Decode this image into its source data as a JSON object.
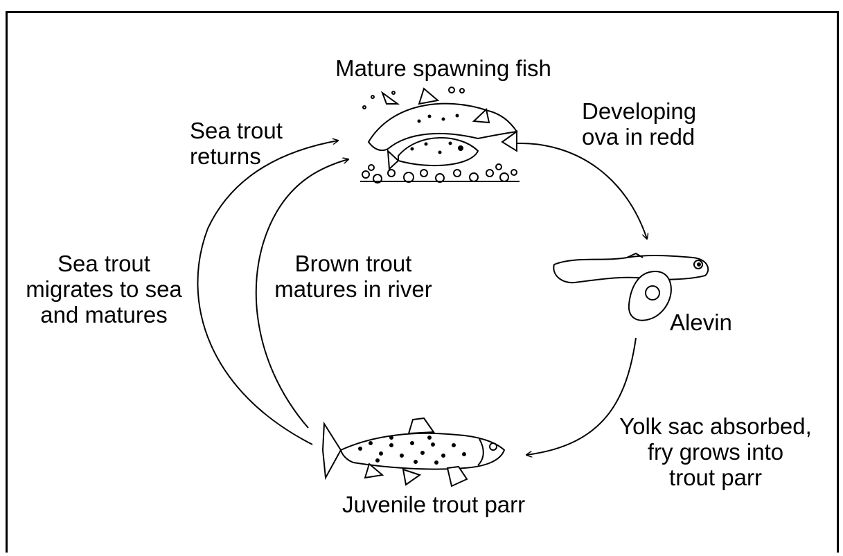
{
  "labels": {
    "mature_spawning_fish": "Mature spawning fish",
    "developing_ova": "Developing\nova in redd",
    "sea_trout_returns": "Sea trout\nreturns",
    "sea_trout_migrates": "Sea trout\nmigrates to sea\nand matures",
    "brown_trout_matures": "Brown trout\nmatures in river",
    "alevin": "Alevin",
    "yolk_sac_absorbed": "Yolk sac absorbed,\nfry grows into\ntrout parr",
    "juvenile_trout_parr": "Juvenile trout parr"
  }
}
